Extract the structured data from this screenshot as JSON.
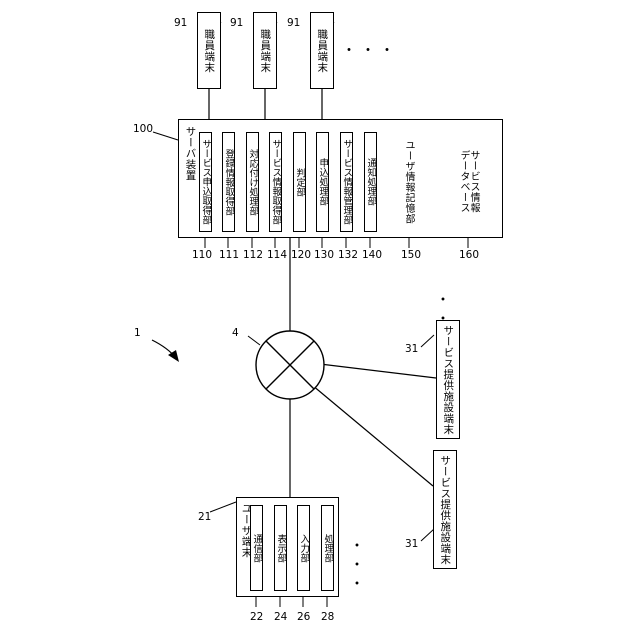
{
  "system_ref": "1",
  "network_ref": "4",
  "staff_terminals": [
    {
      "ref": "91",
      "label": "職員端末"
    },
    {
      "ref": "91",
      "label": "職員端末"
    },
    {
      "ref": "91",
      "label": "職員端末"
    }
  ],
  "server": {
    "ref": "100",
    "title": "サーバ装置",
    "units": [
      {
        "ref": "110",
        "label": "サービス申込取得部"
      },
      {
        "ref": "111",
        "label": "登録情報取得部"
      },
      {
        "ref": "112",
        "label": "対応付け処理部"
      },
      {
        "ref": "114",
        "label": "サービス情報取得部"
      },
      {
        "ref": "120",
        "label": "判定部"
      },
      {
        "ref": "130",
        "label": "申込処理部"
      },
      {
        "ref": "132",
        "label": "サービス情報管理部"
      },
      {
        "ref": "140",
        "label": "通知処理部"
      }
    ],
    "storage": [
      {
        "ref": "150",
        "label": "ユーザ情報記憶部"
      },
      {
        "ref": "160",
        "label": "サービス情報\nデータベース"
      }
    ]
  },
  "facility_terminals": [
    {
      "ref": "31",
      "label": "サービス提供施設端末"
    },
    {
      "ref": "31",
      "label": "サービス提供施設端末"
    }
  ],
  "user_terminal": {
    "ref": "21",
    "title": "ユーザ端末",
    "units": [
      {
        "ref": "22",
        "label": "通信部"
      },
      {
        "ref": "24",
        "label": "表示部"
      },
      {
        "ref": "26",
        "label": "入力部"
      },
      {
        "ref": "28",
        "label": "処理部"
      }
    ]
  },
  "ellipsis": "・・・"
}
